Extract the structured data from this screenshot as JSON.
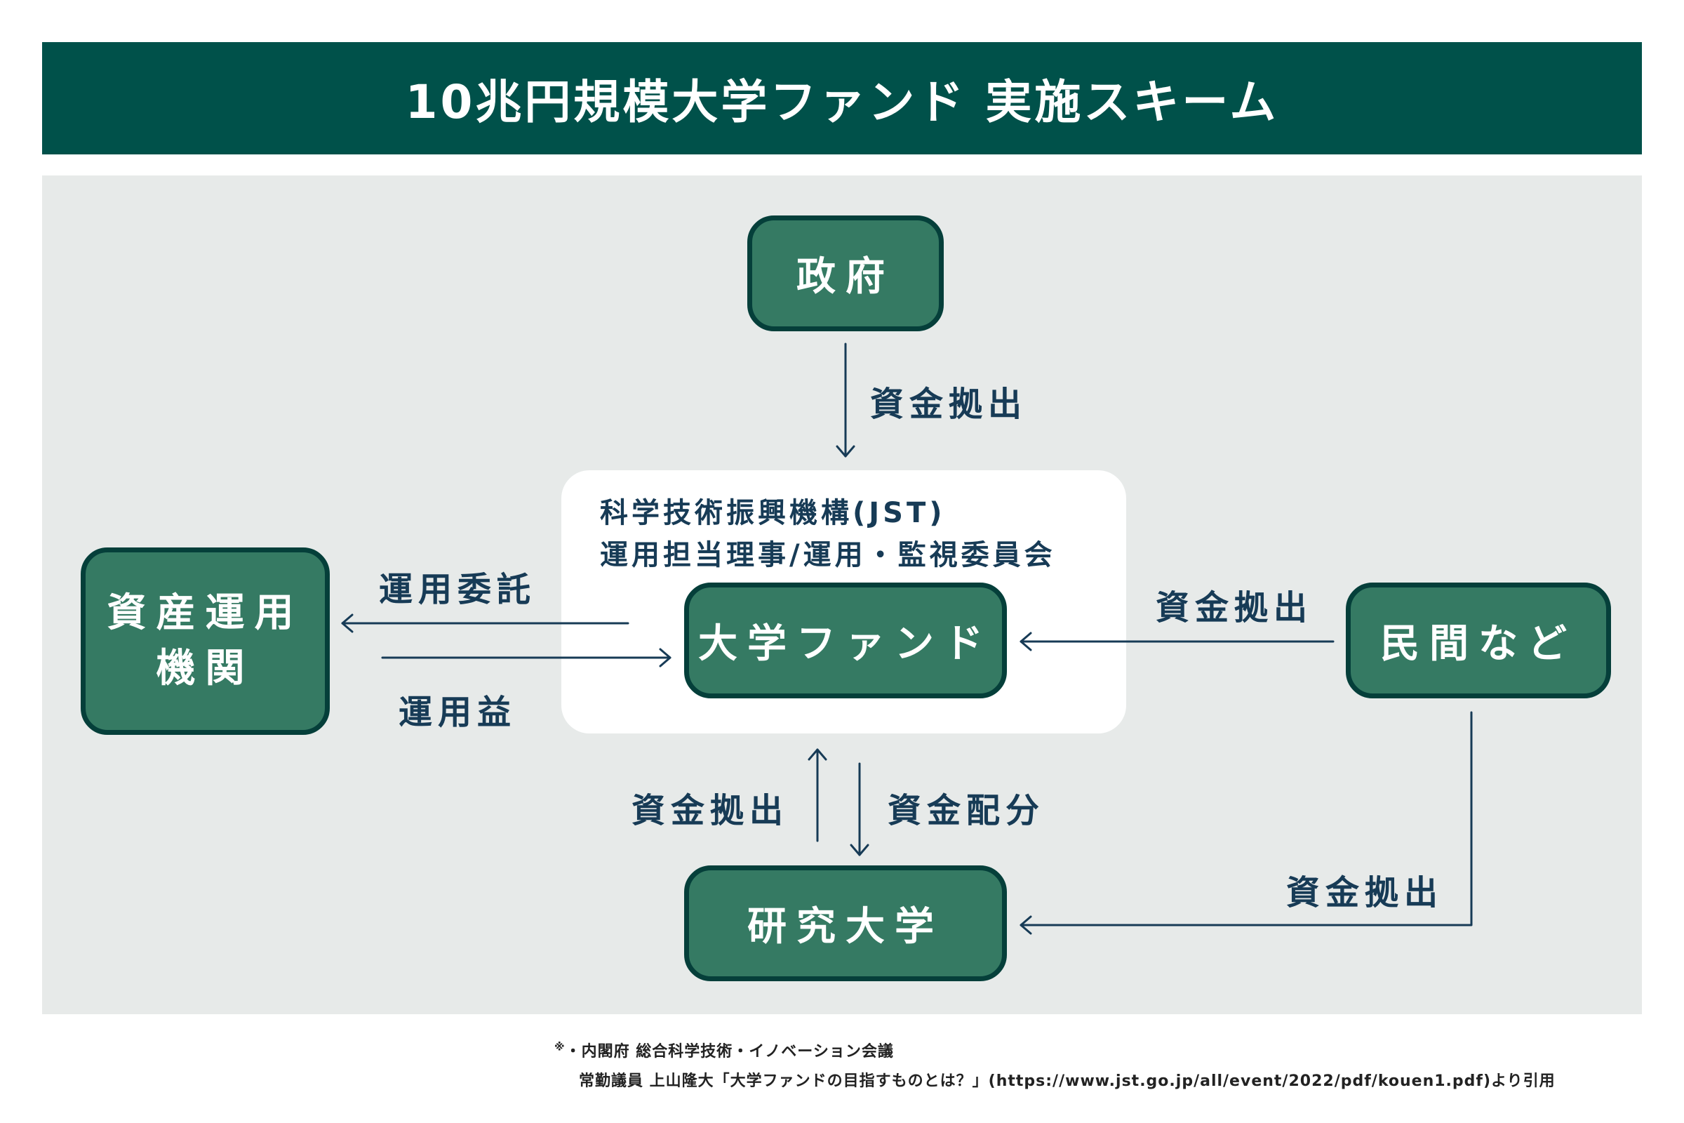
{
  "title": "10兆円規模大学ファンド 実施スキーム",
  "jst": {
    "line1": "科学技術振興機構(JST)",
    "line2": "運用担当理事/運用・監視委員会"
  },
  "nodes": {
    "government": "政府",
    "fund": "大学ファンド",
    "asset_line1": "資産運用",
    "asset_line2": "機関",
    "private": "民間など",
    "university": "研究大学"
  },
  "edges": {
    "gov_to_fund": "資金拠出",
    "fund_to_asset": "運用委託",
    "asset_to_fund": "運用益",
    "private_to_fund": "資金拠出",
    "university_to_fund": "資金拠出",
    "fund_to_university": "資金配分",
    "private_to_university": "資金拠出"
  },
  "footnote": {
    "mark": "※",
    "line1": "・内閣府 総合科学技術・イノベーション会議",
    "line2": "常勤議員 上山隆大「大学ファンドの目指すものとは？」(https://www.jst.go.jp/all/event/2022/pdf/kouen1.pdf)より引用"
  },
  "colors": {
    "header_bg": "#00514a",
    "panel_bg": "#e7eae9",
    "node_fill": "#357a63",
    "node_border": "#053f3a",
    "text_navy": "#173b56"
  }
}
